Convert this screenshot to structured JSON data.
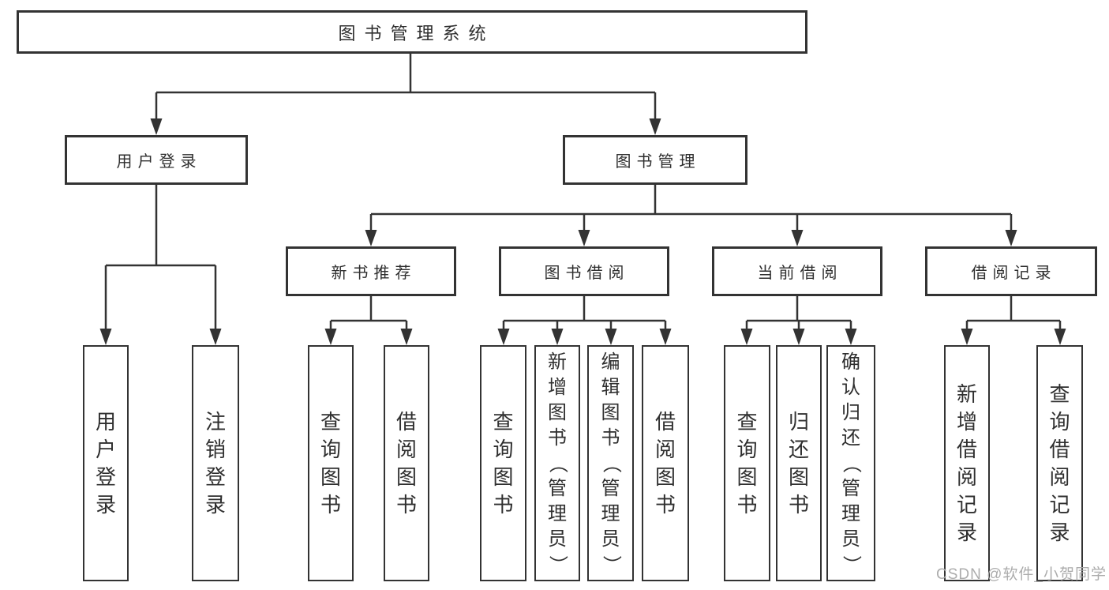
{
  "diagram_type": "hierarchy-tree",
  "tree": {
    "root": {
      "label": "图书管理系统",
      "children": [
        {
          "label": "用户登录",
          "children": [
            {
              "label": "用户登录"
            },
            {
              "label": "注销登录"
            }
          ]
        },
        {
          "label": "图书管理",
          "children": [
            {
              "label": "新书推荐",
              "children": [
                {
                  "label": "查询图书"
                },
                {
                  "label": "借阅图书"
                }
              ]
            },
            {
              "label": "图书借阅",
              "children": [
                {
                  "label": "查询图书"
                },
                {
                  "label": "新增图书（管理员）"
                },
                {
                  "label": "编辑图书（管理员）"
                },
                {
                  "label": "借阅图书"
                }
              ]
            },
            {
              "label": "当前借阅",
              "children": [
                {
                  "label": "查询图书"
                },
                {
                  "label": "归还图书"
                },
                {
                  "label": "确认归还（管理员）"
                }
              ]
            },
            {
              "label": "借阅记录",
              "children": [
                {
                  "label": "新增借阅记录"
                },
                {
                  "label": "查询借阅记录"
                }
              ]
            }
          ]
        }
      ]
    }
  },
  "watermark": {
    "text": "CSDN @软件_小贺同学",
    "color": "#a8a8a8"
  },
  "colors": {
    "line": "#333333",
    "text": "#2f2f2f",
    "background": "#ffffff",
    "box_fill": "#ffffff"
  }
}
